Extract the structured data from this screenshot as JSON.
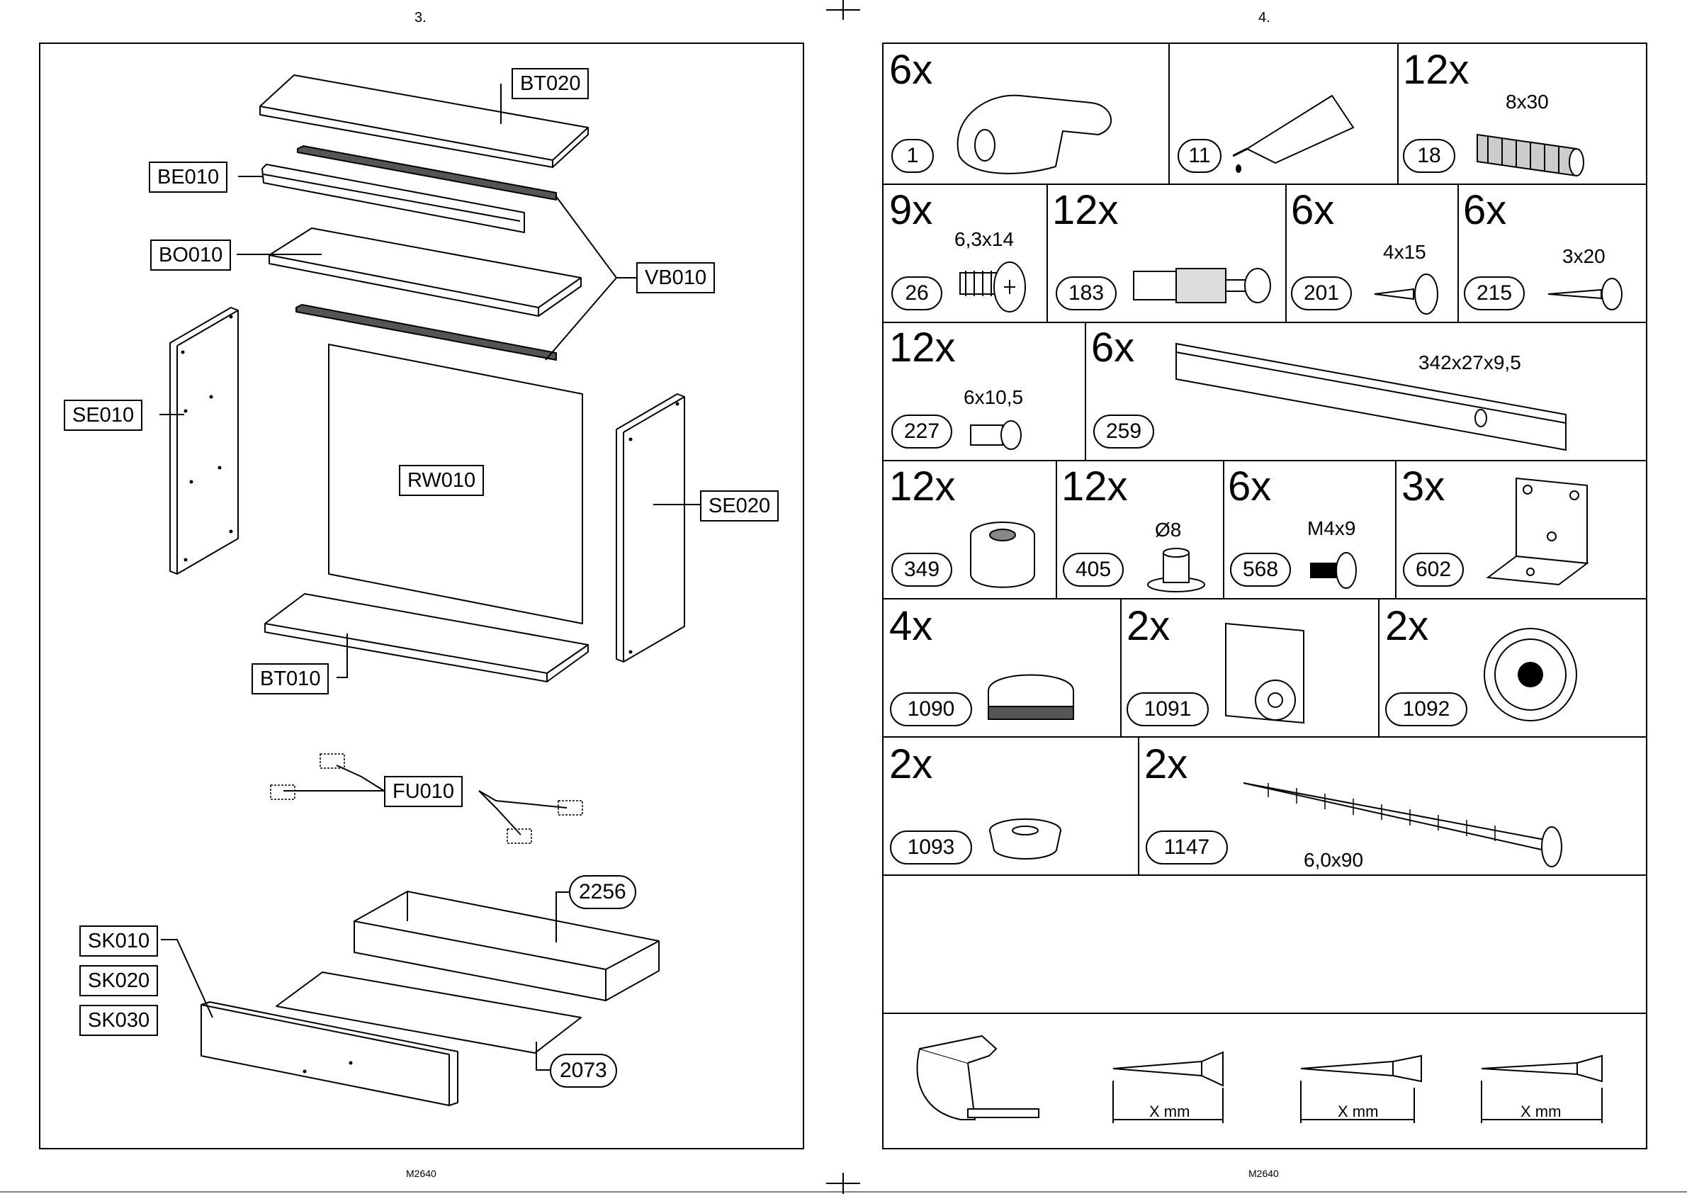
{
  "left_page": {
    "page_number": "3.",
    "footer": "M2640",
    "part_labels": {
      "bt020": "BT020",
      "be010": "BE010",
      "bo010": "BO010",
      "vb010": "VB010",
      "se010": "SE010",
      "rw010": "RW010",
      "se020": "SE020",
      "bt010": "BT010",
      "fu010": "FU010",
      "sk010": "SK010",
      "sk020": "SK020",
      "sk030": "SK030"
    },
    "drawer_callouts": {
      "c2256": "2256",
      "c2073": "2073"
    }
  },
  "right_page": {
    "page_number": "4.",
    "footer": "M2640",
    "hardware": [
      {
        "qty": "6x",
        "code": "1",
        "size": "",
        "icon": "cam-bracket-icon"
      },
      {
        "qty": "",
        "code": "11",
        "size": "",
        "icon": "glue-tube-icon"
      },
      {
        "qty": "12x",
        "code": "18",
        "size": "8x30",
        "icon": "wood-dowel-icon"
      },
      {
        "qty": "9x",
        "code": "26",
        "size": "6,3x14",
        "icon": "screw-icon"
      },
      {
        "qty": "12x",
        "code": "183",
        "size": "",
        "icon": "connector-bolt-icon"
      },
      {
        "qty": "6x",
        "code": "201",
        "size": "4x15",
        "icon": "screw-icon"
      },
      {
        "qty": "6x",
        "code": "215",
        "size": "3x20",
        "icon": "screw-icon"
      },
      {
        "qty": "12x",
        "code": "227",
        "size": "6x10,5",
        "icon": "euro-screw-icon"
      },
      {
        "qty": "6x",
        "code": "259",
        "size": "342x27x9,5",
        "icon": "drawer-runner-icon"
      },
      {
        "qty": "12x",
        "code": "349",
        "size": "",
        "icon": "cam-lock-icon"
      },
      {
        "qty": "12x",
        "code": "405",
        "size": "Ø8",
        "icon": "sleeve-nut-icon"
      },
      {
        "qty": "6x",
        "code": "568",
        "size": "M4x9",
        "icon": "bolt-icon"
      },
      {
        "qty": "3x",
        "code": "602",
        "size": "",
        "icon": "angle-bracket-icon"
      },
      {
        "qty": "4x",
        "code": "1090",
        "size": "",
        "icon": "glide-foot-icon"
      },
      {
        "qty": "2x",
        "code": "1091",
        "size": "",
        "icon": "adjuster-plate-icon"
      },
      {
        "qty": "2x",
        "code": "1092",
        "size": "",
        "icon": "adjuster-foot-icon"
      },
      {
        "qty": "2x",
        "code": "1093",
        "size": "",
        "icon": "cup-washer-icon"
      },
      {
        "qty": "2x",
        "code": "1147",
        "size": "6,0x90",
        "icon": "long-screw-icon"
      }
    ],
    "measure_labels": [
      "X mm",
      "X mm",
      "X mm"
    ]
  }
}
